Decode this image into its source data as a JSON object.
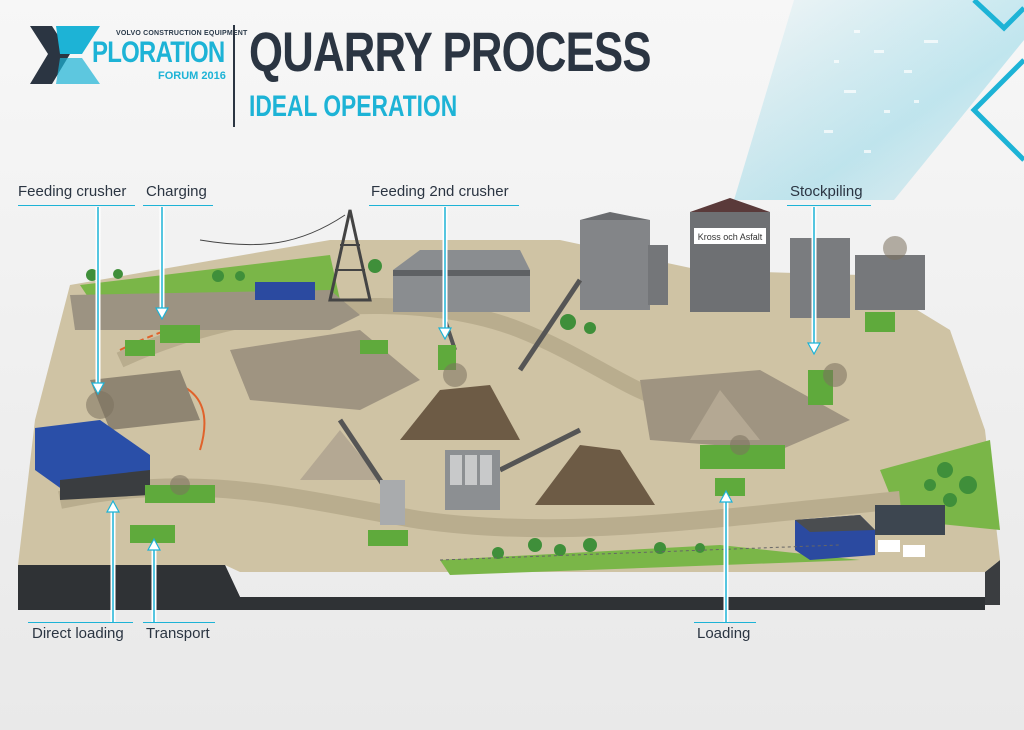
{
  "header": {
    "logo_small": "VOLVO CONSTRUCTION EQUIPMENT",
    "logo_main": "PLORATION",
    "logo_forum": "FORUM 2016",
    "title": "QUARRY PROCESS",
    "subtitle": "IDEAL OPERATION"
  },
  "labels": {
    "feeding_crusher": "Feeding crusher",
    "charging": "Charging",
    "feeding_2nd_crusher": "Feeding 2nd crusher",
    "stockpiling": "Stockpiling",
    "direct_loading": "Direct loading",
    "transport": "Transport",
    "loading": "Loading"
  },
  "scene": {
    "building_sign": "Kross och Asfalt"
  },
  "colors": {
    "navy": "#2b3542",
    "cyan": "#1db3d6",
    "ground": "#cdbf9f",
    "grass": "#7ab648",
    "machine_green": "#5faa3c"
  }
}
